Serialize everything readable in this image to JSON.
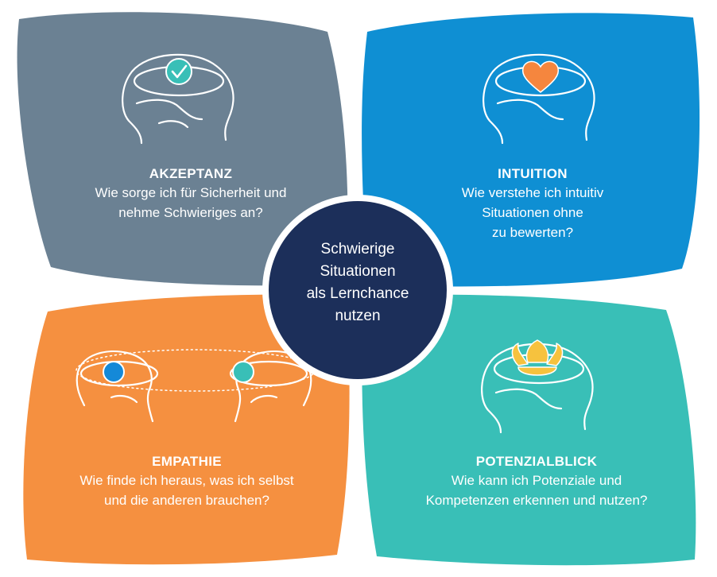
{
  "center": {
    "lines": [
      "Schwierige",
      "Situationen",
      "als Lernchance",
      "nutzen"
    ]
  },
  "quadrants": {
    "akzeptanz": {
      "title": "AKZEPTANZ",
      "question_lines": [
        "Wie sorge ich für Sicherheit und",
        "nehme Schwieriges an?"
      ],
      "color": "#6b8193",
      "icon": "head-check-icon"
    },
    "intuition": {
      "title": "INTUITION",
      "question_lines": [
        "Wie verstehe ich intuitiv",
        "Situationen ohne",
        "zu bewerten?"
      ],
      "color": "#0f8fd3",
      "icon": "head-heart-icon"
    },
    "empathie": {
      "title": "EMPATHIE",
      "question_lines": [
        "Wie finde ich heraus, was ich selbst",
        "und die anderen brauchen?"
      ],
      "color": "#f59040",
      "icon": "two-heads-icon"
    },
    "potenzialblick": {
      "title": "POTENZIALBLICK",
      "question_lines": [
        "Wie kann ich Potenziale und",
        "Kompetenzen erkennen und nutzen?"
      ],
      "color": "#39bfb7",
      "icon": "head-lotus-icon"
    }
  },
  "colors": {
    "center_circle": "#1c2f5a",
    "heart": "#f5863e",
    "check_circle": "#39bfb7",
    "lotus": "#f6c23e",
    "empathy_dot_left": "#1489d8",
    "empathy_dot_right": "#39bfb7"
  }
}
